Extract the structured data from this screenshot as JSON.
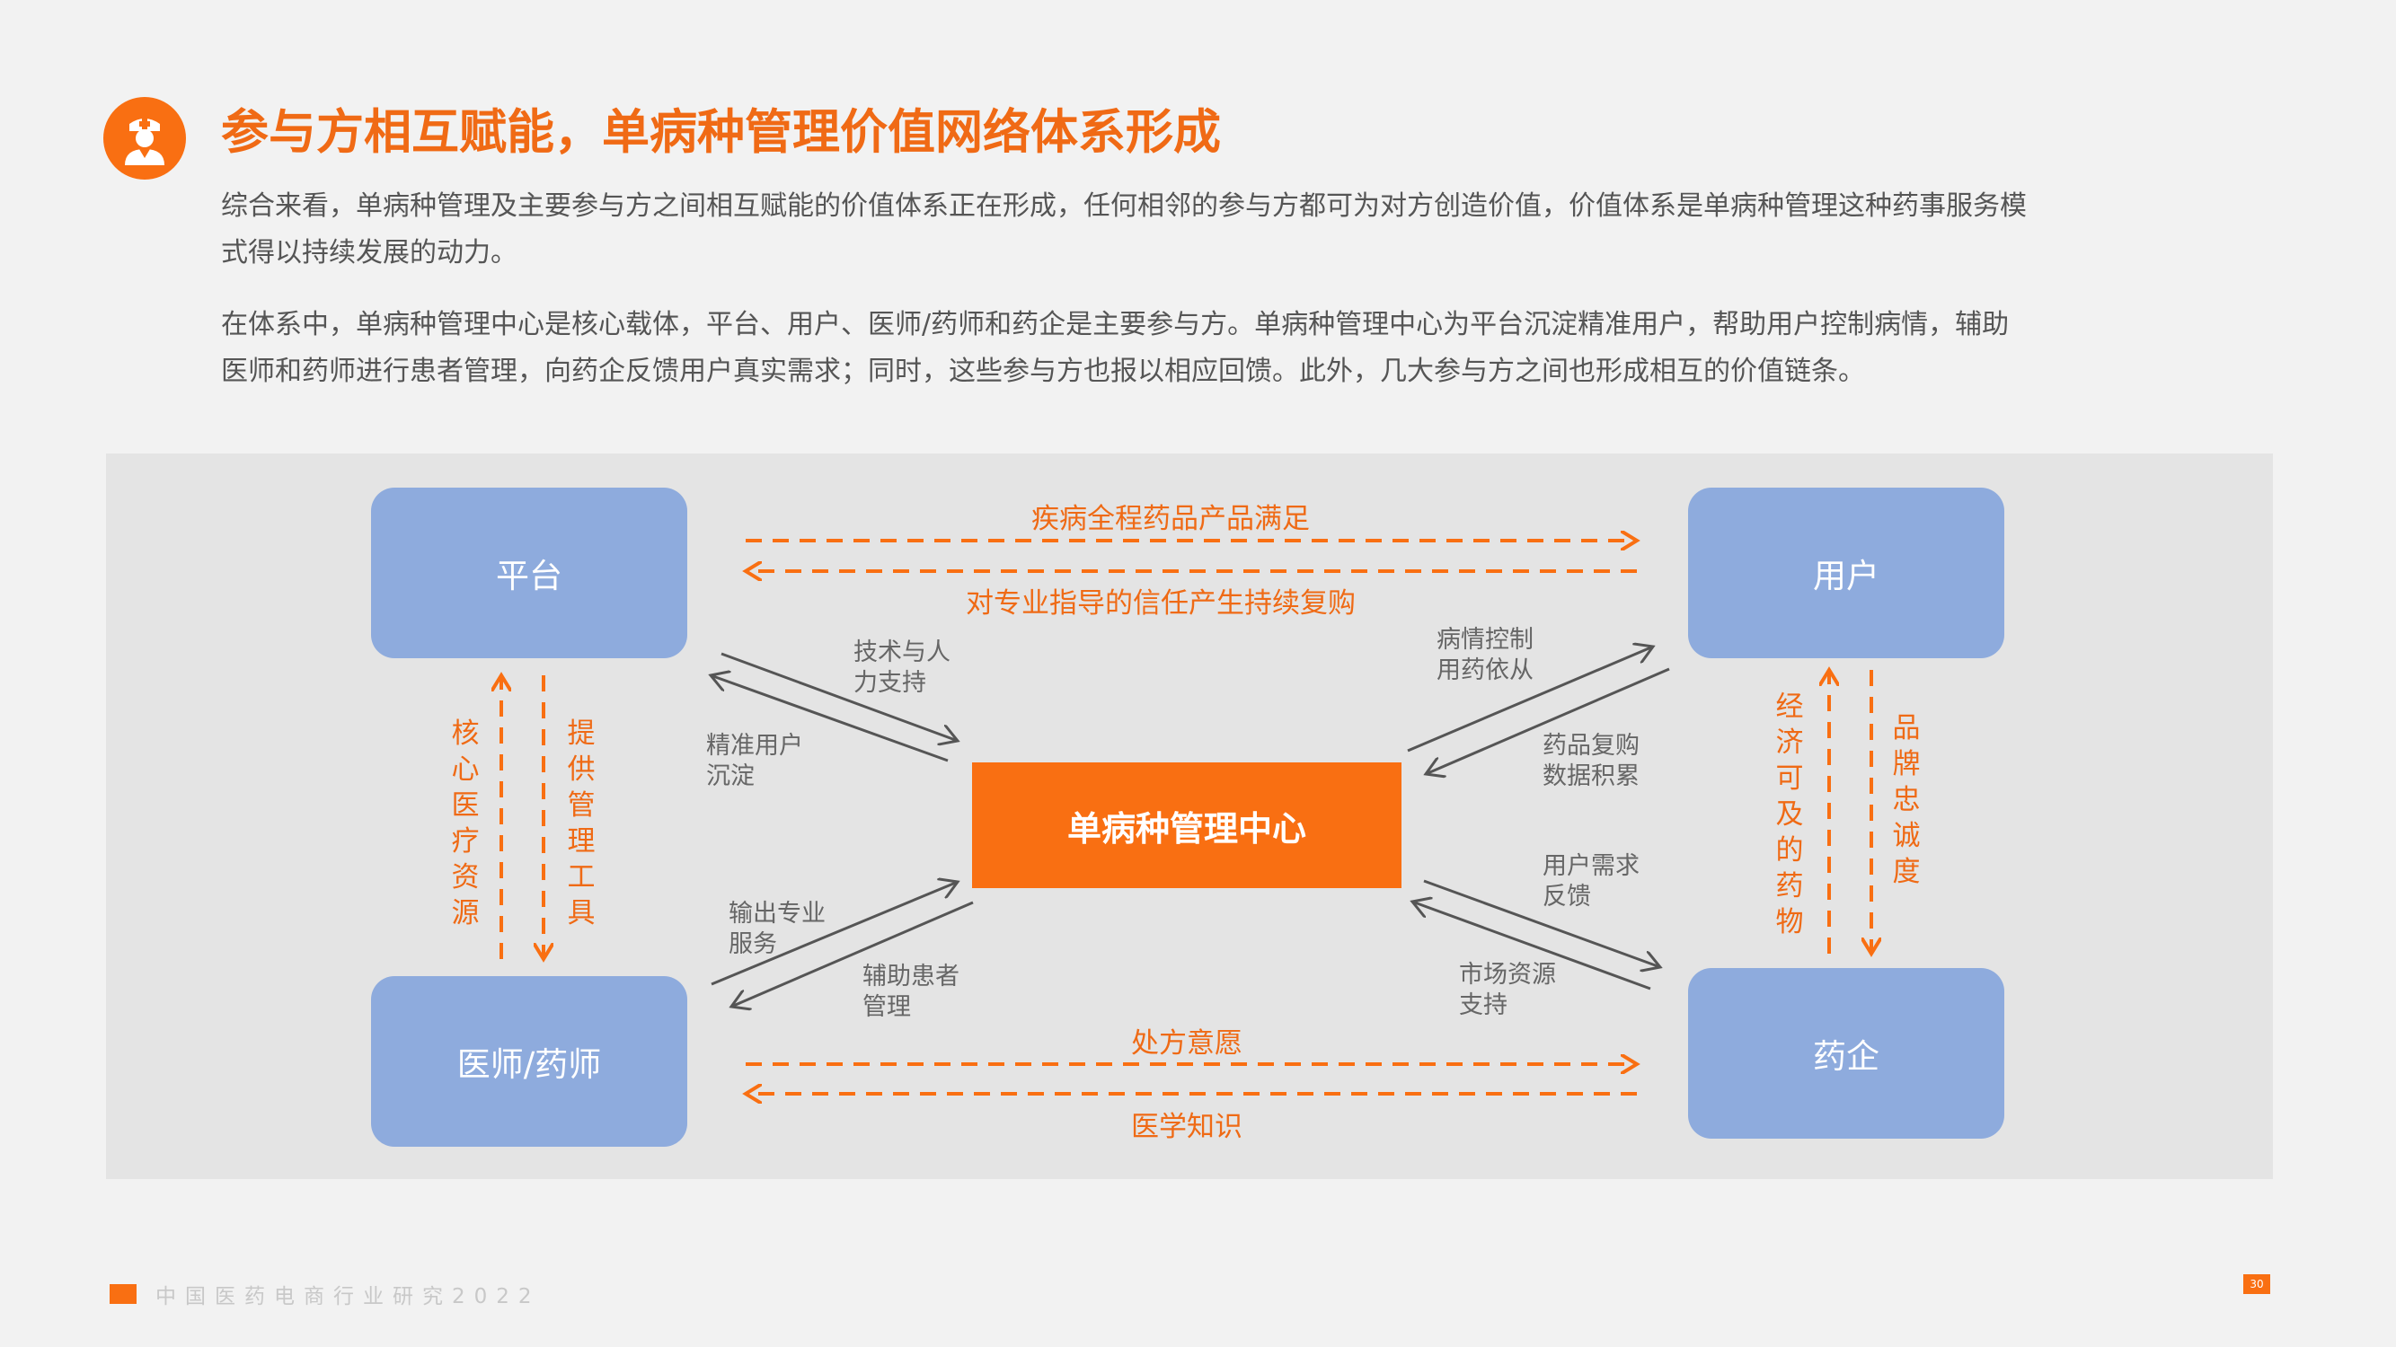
{
  "header": {
    "logo_icon": "doctor-icon",
    "title": "参与方相互赋能，单病种管理价值网络体系形成"
  },
  "paragraphs": {
    "p1_line1": "综合来看，单病种管理及主要参与方之间相互赋能的价值体系正在形成，任何相邻的参与方都可为对方创造价值，价值体系是单病种管理这种药事服务模",
    "p1_line2": "式得以持续发展的动力。",
    "p2_line1": "在体系中，单病种管理中心是核心载体，平台、用户、医师/药师和药企是主要参与方。单病种管理中心为平台沉淀精准用户，帮助用户控制病情，辅助",
    "p2_line2": "医师和药师进行患者管理，向药企反馈用户真实需求；同时，这些参与方也报以相应回馈。此外，几大参与方之间也形成相互的价值链条。"
  },
  "diagram": {
    "nodes": {
      "platform": "平台",
      "user": "用户",
      "doctor": "医师/药师",
      "pharma": "药企",
      "center": "单病种管理中心"
    },
    "edge_labels": {
      "top_forward": "疾病全程药品产品满足",
      "top_backward": "对专业指导的信任产生持续复购",
      "bottom_forward": "处方意愿",
      "bottom_backward": "医学知识",
      "left_up": "核心医疗资源",
      "left_down": "提供管理工具",
      "right_up": "经济可及的药物",
      "right_down": "品牌忠诚度",
      "platform_to_center": [
        "技术与人",
        "力支持"
      ],
      "center_to_platform": [
        "精准用户",
        "沉淀"
      ],
      "center_to_user": [
        "病情控制",
        "用药依从"
      ],
      "user_to_center": [
        "药品复购",
        "数据积累"
      ],
      "doctor_to_center": [
        "输出专业",
        "服务"
      ],
      "center_to_doctor": [
        "辅助患者",
        "管理"
      ],
      "center_to_pharma": [
        "用户需求",
        "反馈"
      ],
      "pharma_to_center": [
        "市场资源",
        "支持"
      ]
    },
    "colors": {
      "accent": "#f96f12",
      "node_fill": "#8eabdd",
      "panel": "#e4e4e4",
      "arrow_gray": "#555555"
    }
  },
  "footer": {
    "text": "中国医药电商行业研究2022",
    "page": "30"
  }
}
